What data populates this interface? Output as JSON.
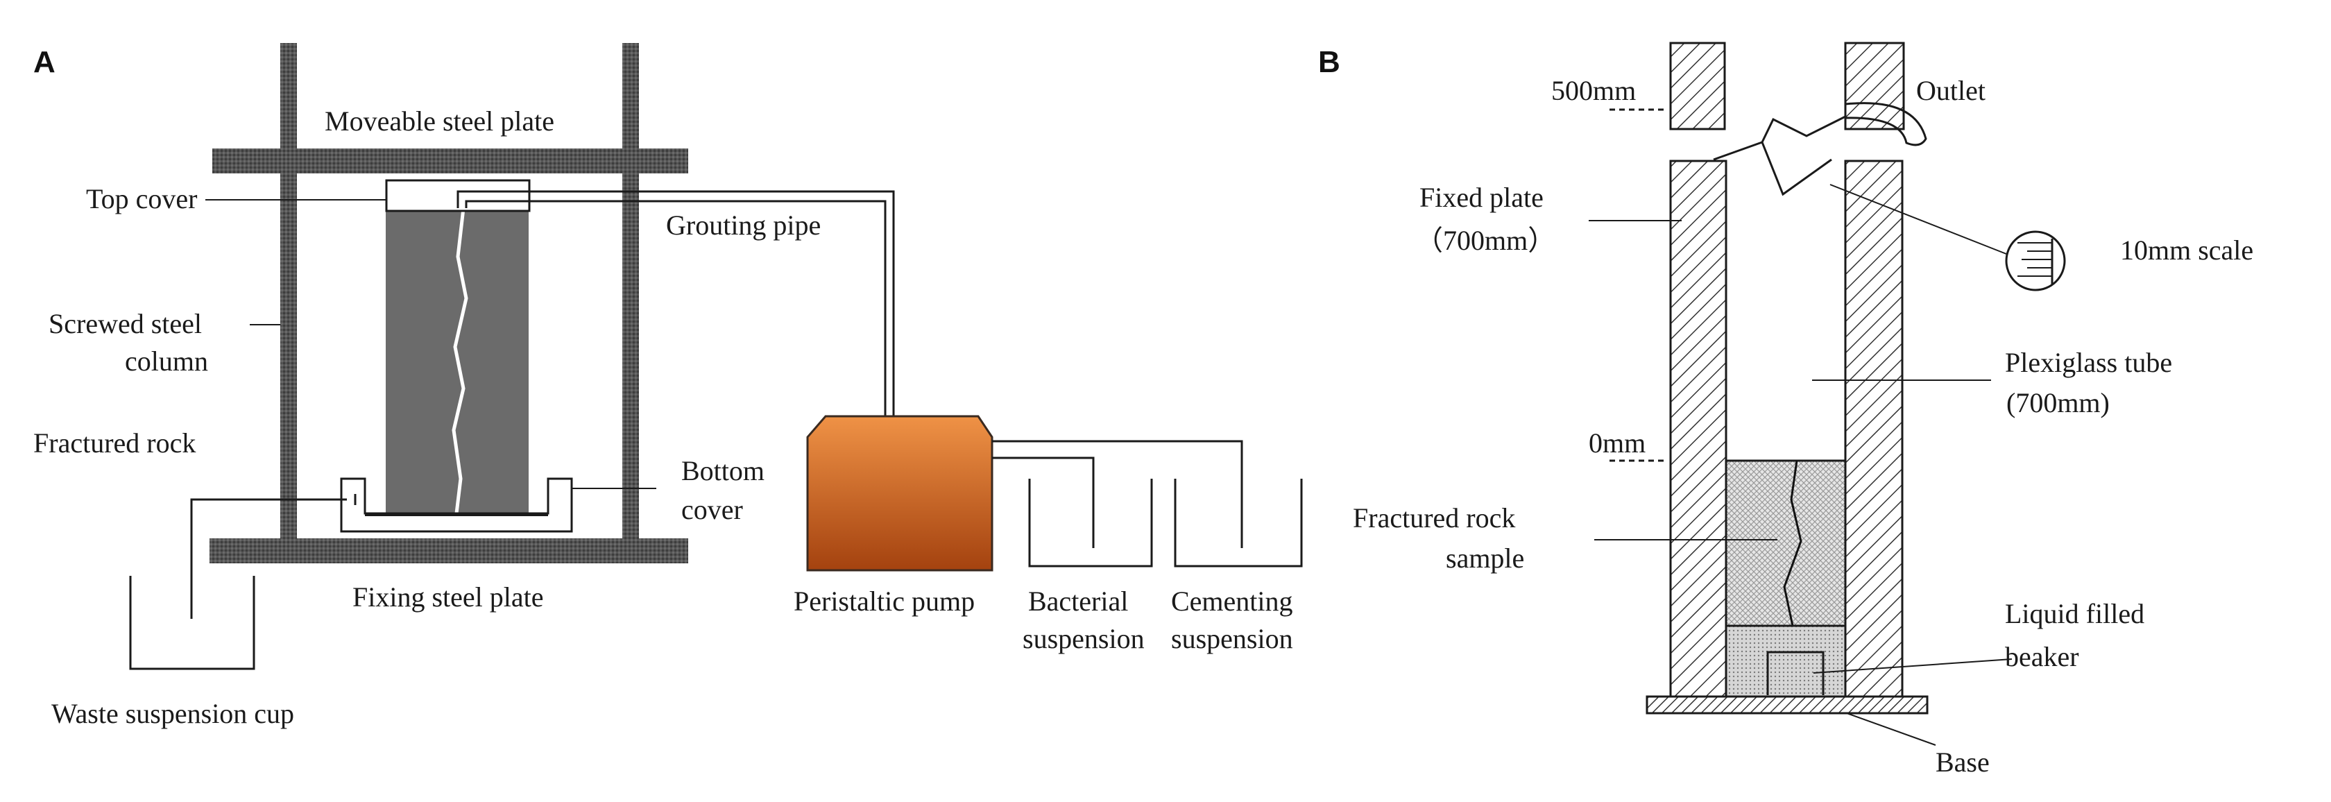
{
  "panels": {
    "a": {
      "letter": "A",
      "labels": {
        "moveable_plate": "Moveable steel plate",
        "top_cover": "Top cover",
        "grouting_pipe": "Grouting pipe",
        "screwed_column_1": "Screwed steel",
        "screwed_column_2": "column",
        "fractured_rock": "Fractured rock",
        "bottom_cover_1": "Bottom",
        "bottom_cover_2": "cover",
        "fixing_plate": "Fixing steel plate",
        "waste_cup": "Waste suspension cup",
        "pump": "Peristaltic pump",
        "bacterial_1": "Bacterial",
        "bacterial_2": "suspension",
        "cementing_1": "Cementing",
        "cementing_2": "suspension"
      }
    },
    "b": {
      "letter": "B",
      "labels": {
        "mark_500": "500mm",
        "outlet": "Outlet",
        "fixed_plate_1": "Fixed plate",
        "fixed_plate_2": "（700mm）",
        "scale": "10mm scale",
        "tube_1": "Plexiglass tube",
        "tube_2": "(700mm)",
        "mark_0": "0mm",
        "rock_sample_1": "Fractured rock",
        "rock_sample_2": "sample",
        "beaker_1": "Liquid filled",
        "beaker_2": "beaker",
        "base": "Base"
      }
    },
    "colors": {
      "ink": "#1a1a1a",
      "steel": "#4d4d4d",
      "rock": "#6b6b6b",
      "pump_top": "#ec8a3c",
      "pump_bottom": "#a84612"
    }
  }
}
